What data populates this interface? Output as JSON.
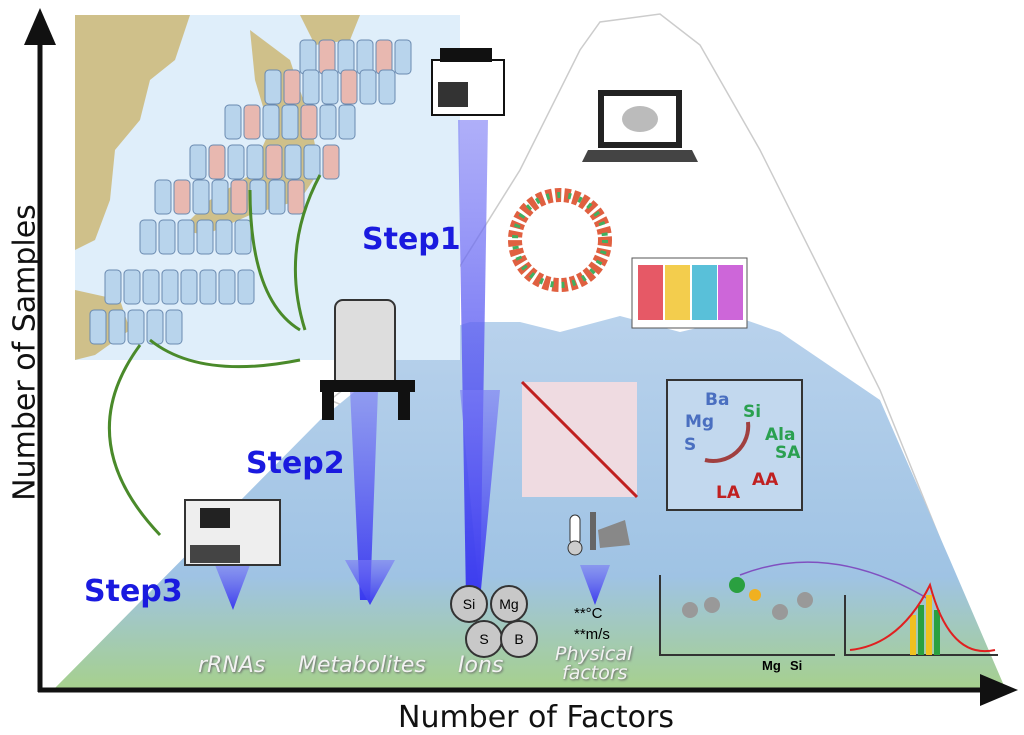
{
  "axes": {
    "y_label": "Number of Samples",
    "x_label": "Number of Factors"
  },
  "steps": [
    "Step1",
    "Step2",
    "Step3"
  ],
  "categories": {
    "rrnas": "rRNAs",
    "metabolites": "Metabolites",
    "ions": "Ions",
    "physical_line1": "Physical",
    "physical_line2": "factors"
  },
  "ions": [
    "Si",
    "Mg",
    "S",
    "B"
  ],
  "physical": [
    "**°C",
    "**m/s"
  ],
  "seasonal_box": {
    "elements": [
      {
        "t": "Ba",
        "c": "#4a6fc0"
      },
      {
        "t": "Mg",
        "c": "#4a6fc0"
      },
      {
        "t": "Si",
        "c": "#2aa050"
      },
      {
        "t": "Ala",
        "c": "#2aa050"
      },
      {
        "t": "SA",
        "c": "#2aa050"
      },
      {
        "t": "S",
        "c": "#4a6fc0"
      },
      {
        "t": "AA",
        "c": "#c02020"
      },
      {
        "t": "LA",
        "c": "#c02020"
      }
    ]
  },
  "integration_panel": {
    "elements": [
      "Mg",
      "Si"
    ]
  },
  "colors": {
    "step": "#1a1adf",
    "beam": "#5a5af0",
    "arrow_green": "#4a8a2a"
  }
}
